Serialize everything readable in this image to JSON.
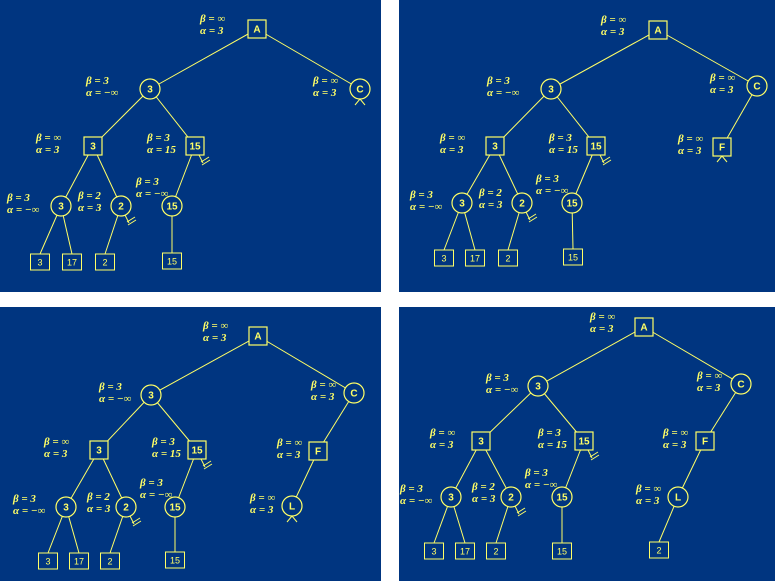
{
  "ab_words": {
    "beta": "β",
    "alpha": "α",
    "eq": " = ",
    "inf": "∞",
    "neginf": "−∞"
  },
  "panels": [
    {
      "labels": [
        {
          "id": "A",
          "b": "∞",
          "a": "3"
        },
        {
          "id": "B",
          "b": "3",
          "a": "−∞"
        },
        {
          "id": "C",
          "b": "∞",
          "a": "3"
        },
        {
          "id": "D",
          "b": "∞",
          "a": "3"
        },
        {
          "id": "E",
          "b": "3",
          "a": "15"
        },
        {
          "id": "G",
          "b": "3",
          "a": "−∞"
        },
        {
          "id": "H",
          "b": "2",
          "a": "3"
        },
        {
          "id": "I",
          "b": "3",
          "a": "−∞"
        }
      ],
      "nodes": [
        {
          "id": "A",
          "shape": "box",
          "text": "A"
        },
        {
          "id": "B",
          "shape": "circle",
          "text": "3"
        },
        {
          "id": "C",
          "shape": "circle",
          "text": "C"
        },
        {
          "id": "D",
          "shape": "box",
          "text": "3"
        },
        {
          "id": "E",
          "shape": "box",
          "text": "15"
        },
        {
          "id": "G",
          "shape": "circle",
          "text": "3"
        },
        {
          "id": "H",
          "shape": "circle",
          "text": "2"
        },
        {
          "id": "I",
          "shape": "circle",
          "text": "15"
        }
      ],
      "leaves": [
        "3",
        "17",
        "2",
        "15"
      ]
    },
    {
      "labels": [
        {
          "id": "A",
          "b": "∞",
          "a": "3"
        },
        {
          "id": "B",
          "b": "3",
          "a": "−∞"
        },
        {
          "id": "C",
          "b": "∞",
          "a": "3"
        },
        {
          "id": "D",
          "b": "∞",
          "a": "3"
        },
        {
          "id": "E",
          "b": "3",
          "a": "15"
        },
        {
          "id": "F",
          "b": "∞",
          "a": "3"
        },
        {
          "id": "G",
          "b": "3",
          "a": "−∞"
        },
        {
          "id": "H",
          "b": "2",
          "a": "3"
        },
        {
          "id": "I",
          "b": "3",
          "a": "−∞"
        }
      ],
      "nodes": [
        {
          "id": "A",
          "shape": "box",
          "text": "A"
        },
        {
          "id": "B",
          "shape": "circle",
          "text": "3"
        },
        {
          "id": "C",
          "shape": "circle",
          "text": "C"
        },
        {
          "id": "D",
          "shape": "box",
          "text": "3"
        },
        {
          "id": "E",
          "shape": "box",
          "text": "15"
        },
        {
          "id": "F",
          "shape": "box",
          "text": "F"
        },
        {
          "id": "G",
          "shape": "circle",
          "text": "3"
        },
        {
          "id": "H",
          "shape": "circle",
          "text": "2"
        },
        {
          "id": "I",
          "shape": "circle",
          "text": "15"
        }
      ],
      "leaves": [
        "3",
        "17",
        "2",
        "15"
      ]
    },
    {
      "labels": [
        {
          "id": "A",
          "b": "∞",
          "a": "3"
        },
        {
          "id": "B",
          "b": "3",
          "a": "−∞"
        },
        {
          "id": "C",
          "b": "∞",
          "a": "3"
        },
        {
          "id": "D",
          "b": "∞",
          "a": "3"
        },
        {
          "id": "E",
          "b": "3",
          "a": "15"
        },
        {
          "id": "F",
          "b": "∞",
          "a": "3"
        },
        {
          "id": "G",
          "b": "3",
          "a": "−∞"
        },
        {
          "id": "H",
          "b": "2",
          "a": "3"
        },
        {
          "id": "I",
          "b": "3",
          "a": "−∞"
        },
        {
          "id": "L",
          "b": "∞",
          "a": "3"
        }
      ],
      "nodes": [
        {
          "id": "A",
          "shape": "box",
          "text": "A"
        },
        {
          "id": "B",
          "shape": "circle",
          "text": "3"
        },
        {
          "id": "C",
          "shape": "circle",
          "text": "C"
        },
        {
          "id": "D",
          "shape": "box",
          "text": "3"
        },
        {
          "id": "E",
          "shape": "box",
          "text": "15"
        },
        {
          "id": "F",
          "shape": "box",
          "text": "F"
        },
        {
          "id": "G",
          "shape": "circle",
          "text": "3"
        },
        {
          "id": "H",
          "shape": "circle",
          "text": "2"
        },
        {
          "id": "I",
          "shape": "circle",
          "text": "15"
        },
        {
          "id": "L",
          "shape": "circle",
          "text": "L"
        }
      ],
      "leaves": [
        "3",
        "17",
        "2",
        "15"
      ]
    },
    {
      "labels": [
        {
          "id": "A",
          "b": "∞",
          "a": "3"
        },
        {
          "id": "B",
          "b": "3",
          "a": "−∞"
        },
        {
          "id": "C",
          "b": "∞",
          "a": "3"
        },
        {
          "id": "D",
          "b": "∞",
          "a": "3"
        },
        {
          "id": "E",
          "b": "3",
          "a": "15"
        },
        {
          "id": "F",
          "b": "∞",
          "a": "3"
        },
        {
          "id": "G",
          "b": "3",
          "a": "−∞"
        },
        {
          "id": "H",
          "b": "2",
          "a": "3"
        },
        {
          "id": "I",
          "b": "3",
          "a": "−∞"
        },
        {
          "id": "L",
          "b": "∞",
          "a": "3"
        }
      ],
      "nodes": [
        {
          "id": "A",
          "shape": "box",
          "text": "A"
        },
        {
          "id": "B",
          "shape": "circle",
          "text": "3"
        },
        {
          "id": "C",
          "shape": "circle",
          "text": "C"
        },
        {
          "id": "D",
          "shape": "box",
          "text": "3"
        },
        {
          "id": "E",
          "shape": "box",
          "text": "15"
        },
        {
          "id": "F",
          "shape": "box",
          "text": "F"
        },
        {
          "id": "G",
          "shape": "circle",
          "text": "3"
        },
        {
          "id": "H",
          "shape": "circle",
          "text": "2"
        },
        {
          "id": "I",
          "shape": "circle",
          "text": "15"
        },
        {
          "id": "L",
          "shape": "circle",
          "text": "L"
        }
      ],
      "leaves": [
        "3",
        "17",
        "2",
        "15",
        "2"
      ]
    }
  ]
}
